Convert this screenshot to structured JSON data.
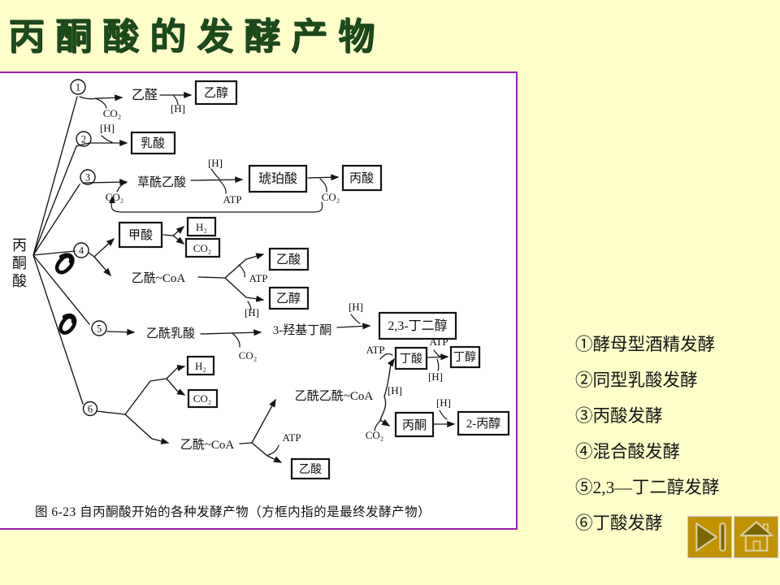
{
  "slide": {
    "title": "丙酮酸的发酵产物",
    "colors": {
      "background": "#FFFFC9",
      "title_green": "#1C4B1C",
      "panel_border_purple": "#9A1EB1",
      "button_gold": "#C09200",
      "button_icon_dark": "#7C6600",
      "button_icon_light": "#DACDA0"
    }
  },
  "figure": {
    "caption": "图 6-23  自丙酮酸开始的各种发酵产物（方框内指的是最终发酵产物）",
    "source_chars": [
      "丙",
      "酮",
      "酸"
    ],
    "branch_numbers": [
      "1",
      "2",
      "3",
      "4",
      "5",
      "6"
    ],
    "cofactors": {
      "h": "[H]",
      "co2": "CO₂",
      "atp": "ATP",
      "h2": "H₂"
    },
    "nodes": {
      "acetaldehyde": "乙醛",
      "ethanol": "乙醇",
      "lactate": "乳酸",
      "oxaloacetate": "草酰乙酸",
      "succinate": "琥珀酸",
      "propionate": "丙酸",
      "formate": "甲酸",
      "acetyl_coa": "乙酰~CoA",
      "acetate": "乙酸",
      "acetolactate": "乙酰乳酸",
      "acetoin": "3-羟基丁酮",
      "butanediol": "2,3-丁二醇",
      "acetoacetyl_coa": "乙酰乙酰~CoA",
      "butyrate": "丁酸",
      "butanol": "丁醇",
      "acetone": "丙酮",
      "isopropanol": "2-丙醇"
    }
  },
  "legend": {
    "items": [
      "①酵母型酒精发酵",
      "②同型乳酸发酵",
      "③丙酸发酵",
      "④混合酸发酵",
      "⑤2,3—丁二醇发酵",
      "⑥丁酸发酵"
    ]
  },
  "nav": {
    "buttons": [
      {
        "icon": "next-icon"
      },
      {
        "icon": "home-icon"
      }
    ]
  }
}
